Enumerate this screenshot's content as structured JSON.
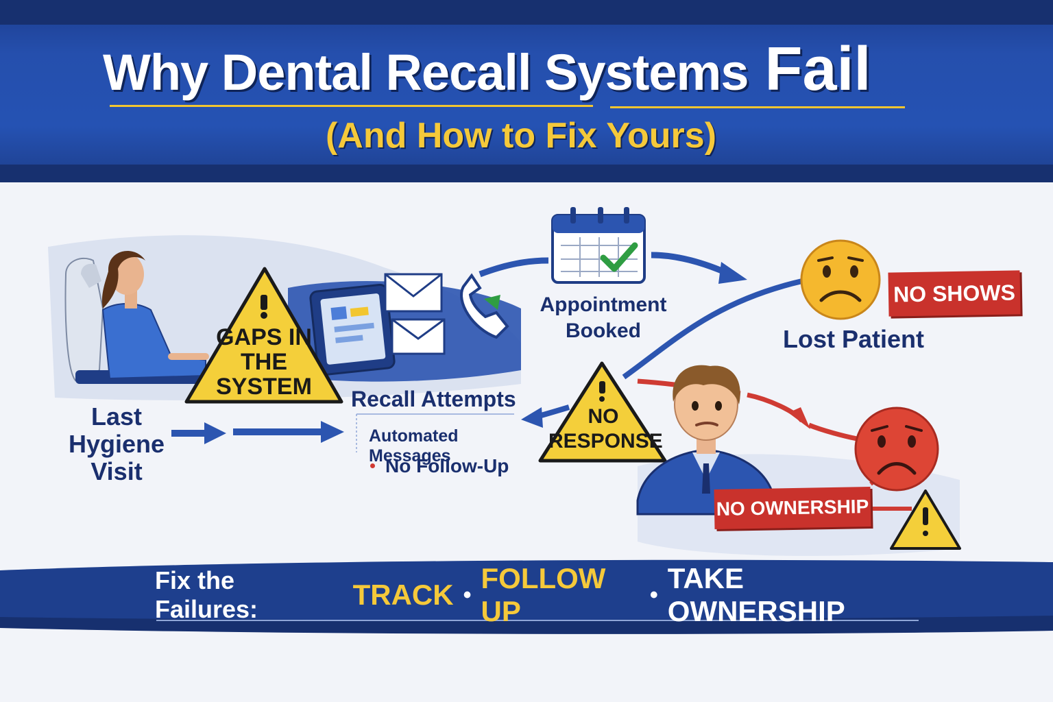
{
  "header": {
    "title_main": "Why Dental Recall Systems",
    "title_emphasis": "Fail",
    "subtitle": "(And How to Fix Yours)"
  },
  "diagram": {
    "last_visit_label": "Last Hygiene Visit",
    "gaps_warning": "GAPS IN THE SYSTEM",
    "recall_title": "Recall Attempts",
    "recall_items": [
      "Automated Messages",
      "No Follow-Up"
    ],
    "appointment_label": "Appointment Booked",
    "no_response_warning": "NO RESPONSE",
    "no_shows_tag": "NO SHOWS",
    "lost_patient_label": "Lost Patient",
    "no_ownership_tag": "NO OWNERSHIP"
  },
  "footer": {
    "lead": "Fix the Failures:",
    "steps": [
      "TRACK",
      "FOLLOW UP",
      "TAKE OWNERSHIP"
    ],
    "separator": "•"
  },
  "colors": {
    "brand_blue": "#2552b3",
    "dark_navy": "#17306f",
    "accent_yellow": "#f5c93a",
    "warning_yellow": "#f4cf3a",
    "alert_red": "#c9322c",
    "text_navy": "#1a2f6e"
  },
  "icons": [
    "patient-in-chair-icon",
    "tablet-icon",
    "envelope-icon",
    "phone-icon",
    "calendar-check-icon",
    "sad-face-icon",
    "staff-person-icon",
    "warning-triangle-icon"
  ]
}
